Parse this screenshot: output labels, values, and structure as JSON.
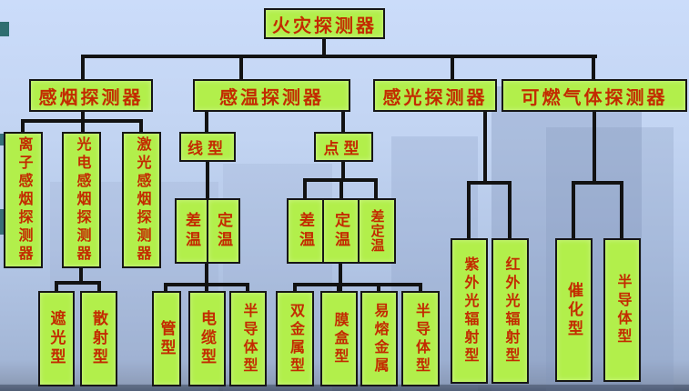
{
  "colors": {
    "box_fill": "#b2ef4b",
    "box_border": "#161616",
    "box_text": "#c32b00",
    "connector": "#121212",
    "background": "#c2d4f2"
  },
  "nodes": {
    "root": {
      "label": "火灾探测器"
    },
    "smoke": {
      "label": "感烟探测器"
    },
    "heat": {
      "label": "感温探测器"
    },
    "photo": {
      "label": "感光探测器"
    },
    "gas": {
      "label": "可燃气体探测器"
    },
    "ion_smoke": {
      "label": "离子感烟探测器"
    },
    "photoelectric_smoke": {
      "label": "光电感烟探测器"
    },
    "laser_smoke": {
      "label": "激光感烟探测器"
    },
    "shade_type": {
      "label": "遮光型"
    },
    "scatter_type": {
      "label": "散射型"
    },
    "line_type": {
      "label": "线型"
    },
    "point_type": {
      "label": "点型"
    },
    "line_diff_temp": {
      "label": "差温"
    },
    "line_fixed_temp": {
      "label": "定温"
    },
    "tube_type": {
      "label": "管型"
    },
    "cable_type": {
      "label": "电缆型"
    },
    "line_semiconductor_type": {
      "label": "半导体型"
    },
    "point_diff_temp": {
      "label": "差温"
    },
    "point_fixed_temp": {
      "label": "定温"
    },
    "point_diff_fixed_temp": {
      "label": "差定温"
    },
    "bimetal_type": {
      "label": "双金属型"
    },
    "diaphragm_type": {
      "label": "膜盒型"
    },
    "fusible_metal": {
      "label": "易熔金属"
    },
    "point_semiconductor_type": {
      "label": "半导体型"
    },
    "uv_radiation_type": {
      "label": "紫外光辐射型"
    },
    "ir_radiation_type": {
      "label": "红外光辐射型"
    },
    "catalytic_type": {
      "label": "催化型"
    },
    "gas_semiconductor_type": {
      "label": "半导体型"
    }
  }
}
